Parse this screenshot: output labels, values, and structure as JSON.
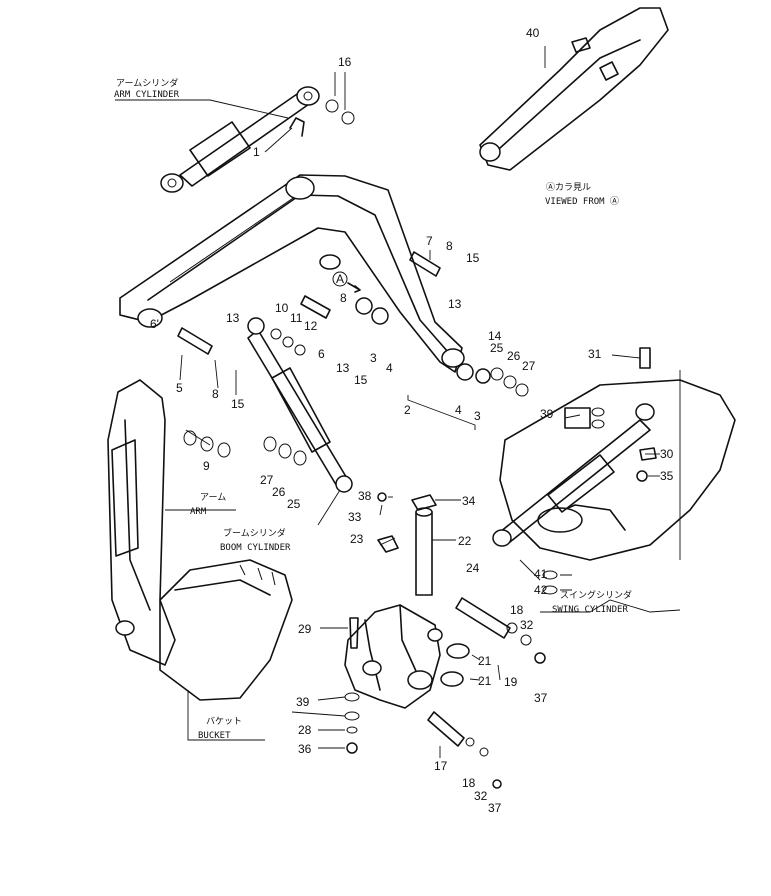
{
  "labels": {
    "arm_cylinder_jp": "アームシリンダ",
    "arm_cylinder_en": "ARM CYLINDER",
    "viewed_from_jp": "Ⓐカラ見ル",
    "viewed_from_en": "VIEWED FROM Ⓐ",
    "view_marker": "A",
    "arm_jp": "アーム",
    "arm_en": "ARM",
    "boom_cylinder_jp": "ブームシリンダ",
    "boom_cylinder_en": "BOOM CYLINDER",
    "swing_cylinder_jp": "スイングシリンダ",
    "swing_cylinder_en": "SWING CYLINDER",
    "bucket_jp": "バケット",
    "bucket_en": "BUCKET"
  },
  "callouts": {
    "n1": "1",
    "n2": "2",
    "n3a": "3",
    "n3b": "3",
    "n4a": "4",
    "n4b": "4",
    "n5": "5",
    "n6a": "6",
    "n6b": "6'",
    "n7": "7",
    "n8a": "8",
    "n8b": "8",
    "n8c": "8",
    "n9": "9",
    "n10": "10",
    "n11": "11",
    "n12": "12",
    "n13a": "13",
    "n13b": "13",
    "n13c": "13",
    "n14": "14",
    "n15a": "15",
    "n15b": "15",
    "n15c": "15",
    "n16": "16",
    "n17": "17",
    "n18a": "18",
    "n18b": "18",
    "n19": "19",
    "n21a": "21",
    "n21b": "21",
    "n22": "22",
    "n23": "23",
    "n24": "24",
    "n25a": "25",
    "n25b": "25",
    "n26a": "26",
    "n26b": "26",
    "n27a": "27",
    "n27b": "27",
    "n28": "28",
    "n29": "29",
    "n30": "30",
    "n31": "31",
    "n32a": "32",
    "n32b": "32",
    "n33": "33",
    "n34": "34",
    "n35": "35",
    "n36": "36",
    "n37a": "37",
    "n37b": "37",
    "n38": "38",
    "n39a": "39",
    "n39b": "39",
    "n40": "40",
    "n41": "41",
    "n42": "42"
  }
}
